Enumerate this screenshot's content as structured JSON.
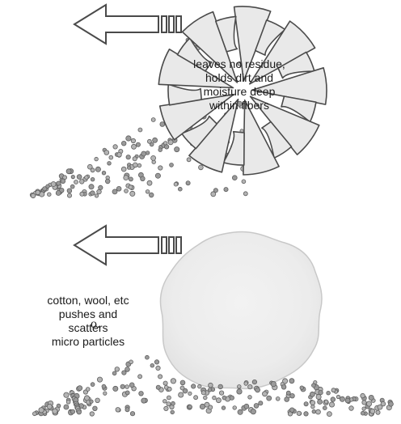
{
  "microfiber_caption": {
    "line1": "leaves no residue,",
    "line2": "holds dirt and",
    "line3": "moisture deep",
    "line4": "within fibers"
  },
  "cotton_caption": {
    "line1": "cotton, wool, etc",
    "line2": "pushes and",
    "line3": "scatters",
    "line4": "micro particles"
  },
  "edge_fragment": "o.",
  "colors": {
    "outline": "#4a4a4a",
    "fiber_fill": "#e9e9e9",
    "ball_fill": "#efefef",
    "particle": "#8a8a8a",
    "particle_dark": "#5e5e5e",
    "text": "#1a1a1a"
  },
  "icons": [
    "arrow-left-icon",
    "microfiber-cross-section-icon",
    "cotton-ball-icon",
    "dirt-particle-icon"
  ]
}
